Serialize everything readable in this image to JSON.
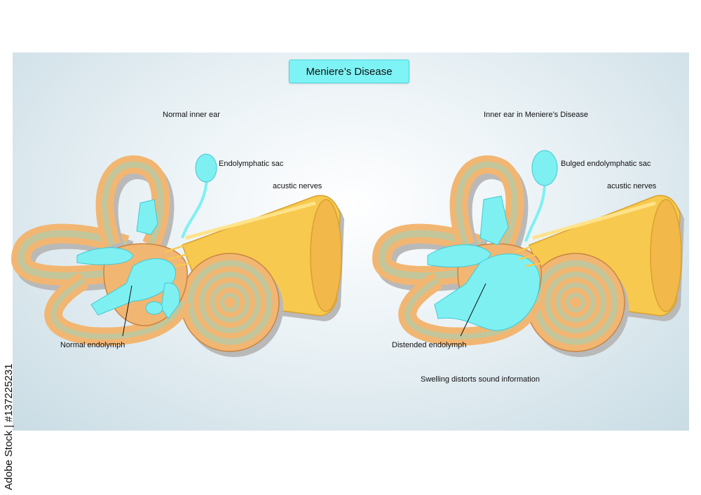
{
  "title": "Meniere’s Disease",
  "left": {
    "heading": "Normal inner ear",
    "sac_label": "Endolymphatic sac",
    "nerve_label": "acustic nerves",
    "endolymph_label": "Normal endolymph"
  },
  "right": {
    "heading": "Inner ear in Meniere’s Disease",
    "sac_label": "Bulged endolymphatic sac",
    "nerve_label": "acustic nerves",
    "endolymph_label": "Distended endolymph",
    "note": "Swelling distorts sound information"
  },
  "watermark": "Adobe Stock | #137225231",
  "colors": {
    "bone": "#f2b673",
    "bone_edge": "#c98440",
    "inner_canal": "#c3c69a",
    "fluid": "#7ef0f2",
    "fluid_edge": "#3fc9d4",
    "nerve": "#f7c94f",
    "nerve_edge": "#d9a12e",
    "shadow": "#b9b9b9"
  }
}
